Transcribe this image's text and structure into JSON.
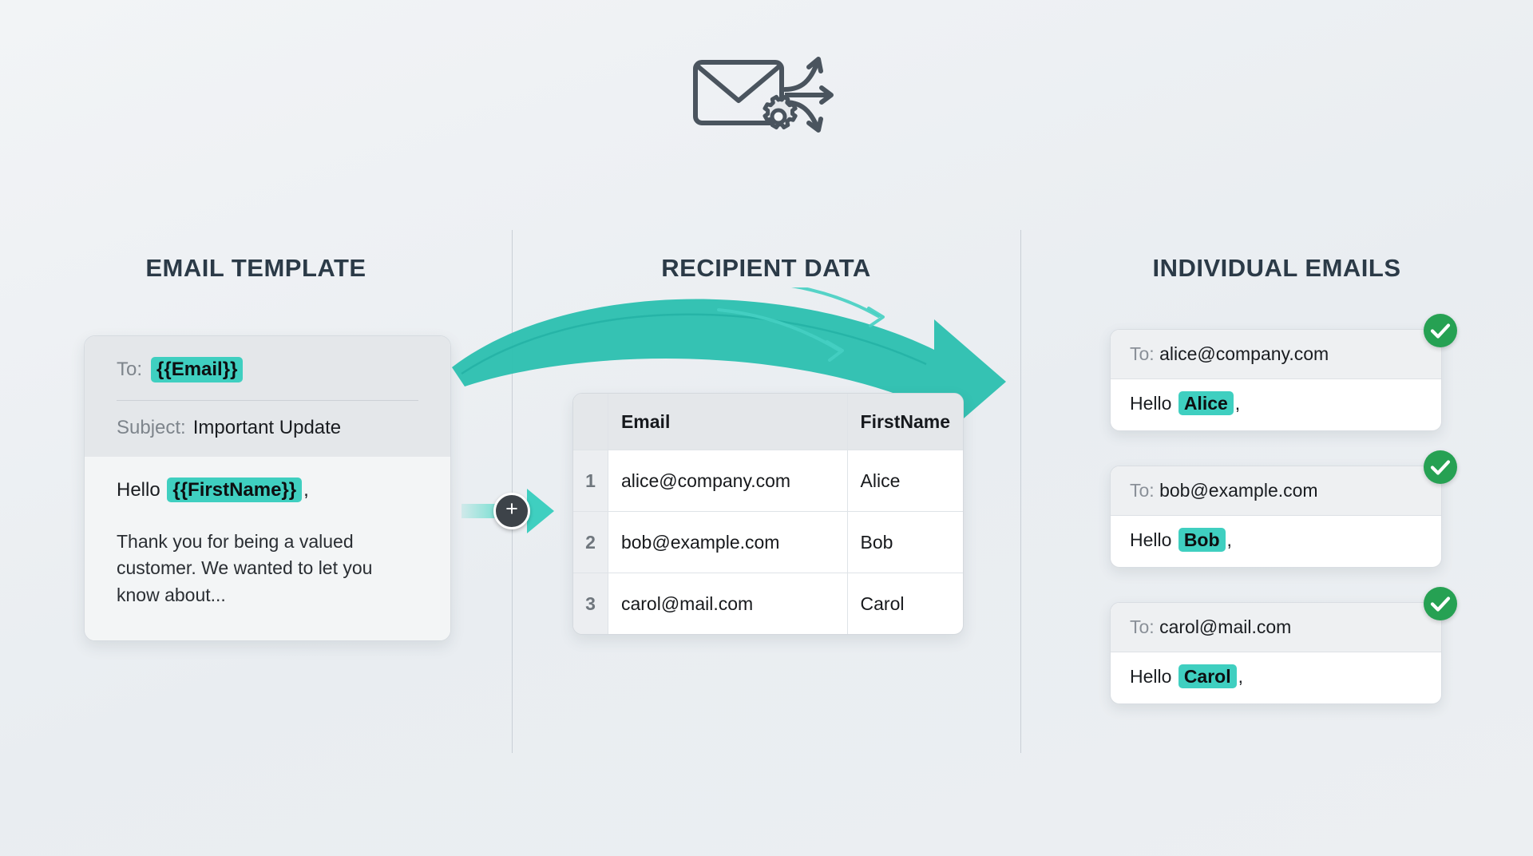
{
  "hero": {
    "icon": "envelope-gear-arrows-icon"
  },
  "columns": {
    "template_title": "EMAIL TEMPLATE",
    "recipients_title": "RECIPIENT DATA",
    "emails_title": "INDIVIDUAL EMAILS"
  },
  "template": {
    "to_label": "To:",
    "to_token": "{{Email}}",
    "subject_label": "Subject:",
    "subject_value": "Important Update",
    "greeting_prefix": "Hello",
    "greeting_token": "{{FirstName}}",
    "greeting_suffix": ",",
    "body_text": "Thank you for being a valued customer. We wanted to let you know about..."
  },
  "connector": {
    "plus_label": "+"
  },
  "recipients": {
    "columns": [
      "Email",
      "FirstName"
    ],
    "rows": [
      {
        "index": "1",
        "email": "alice@company.com",
        "firstname": "Alice"
      },
      {
        "index": "2",
        "email": "bob@example.com",
        "firstname": "Bob"
      },
      {
        "index": "3",
        "email": "carol@mail.com",
        "firstname": "Carol"
      }
    ]
  },
  "emails": [
    {
      "to_label": "To:",
      "to_value": "alice@company.com",
      "greeting_prefix": "Hello",
      "name": "Alice",
      "greeting_suffix": ",",
      "status": "sent"
    },
    {
      "to_label": "To:",
      "to_value": "bob@example.com",
      "greeting_prefix": "Hello",
      "name": "Bob",
      "greeting_suffix": ",",
      "status": "sent"
    },
    {
      "to_label": "To:",
      "to_value": "carol@mail.com",
      "greeting_prefix": "Hello",
      "name": "Carol",
      "greeting_suffix": ",",
      "status": "sent"
    }
  ],
  "colors": {
    "accent_teal": "#3fcfc0",
    "arrow_teal": "#27bdae",
    "success_green": "#26a153",
    "title_dark": "#2b3a47",
    "background": "#eef1f4"
  }
}
